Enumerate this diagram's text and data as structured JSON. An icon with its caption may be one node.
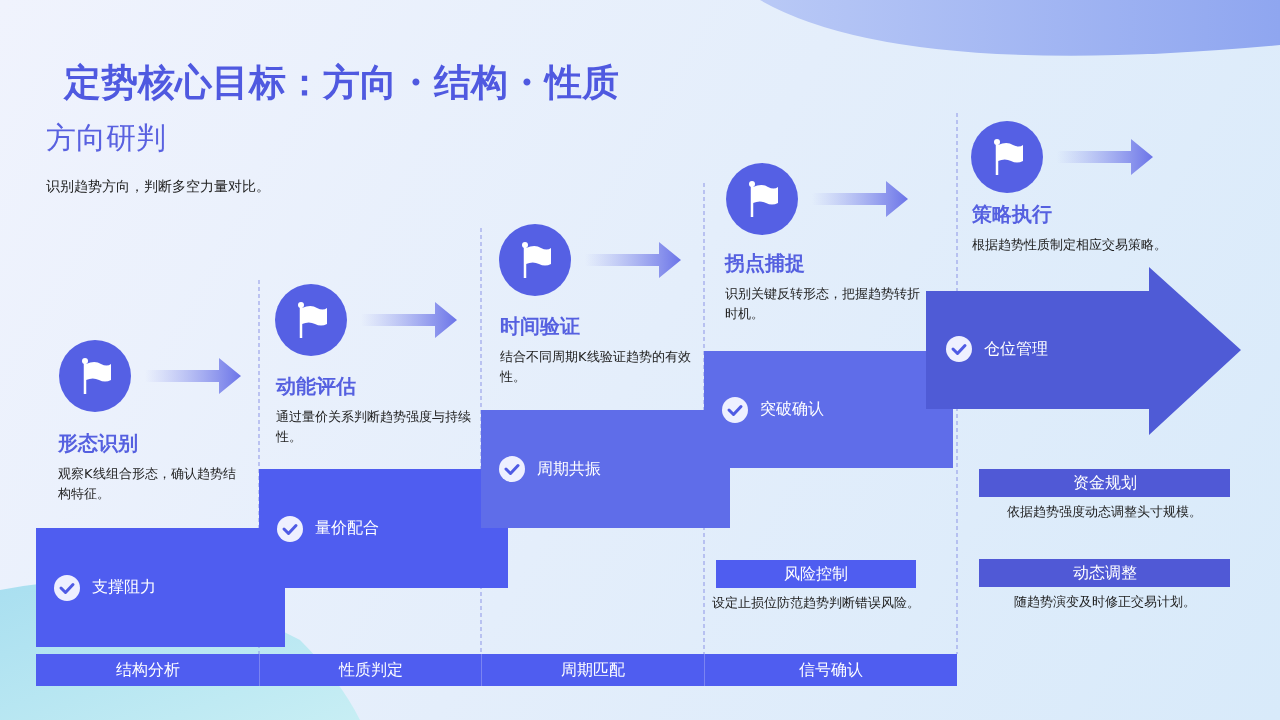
{
  "diagram": {
    "title": "定势核心目标：方向・结构・性质",
    "nodes": [
      {
        "text": [
          "支撑阻力"
        ],
        "beside": [
          "形态识别",
          "观察K线组合形态，确认趋势结构特征。"
        ]
      },
      {
        "text": [
          "量价配合"
        ],
        "beside": [
          "动能评估",
          "通过量价关系判断趋势强度与持续性。"
        ]
      },
      {
        "text": [
          "周期共振"
        ],
        "beside": [
          "时间验证",
          "结合不同周期K线验证趋势的有效性。"
        ]
      },
      {
        "text": [
          "突破确认"
        ],
        "beside": [
          "拐点捕捉",
          "识别关键反转形态，把握趋势转折时机。"
        ]
      },
      {
        "text": [
          "仓位管理"
        ],
        "beside": [
          "策略执行",
          "根据趋势性质制定相应交易策略。"
        ]
      },
      {
        "text": [
          "风险控制"
        ],
        "beside": [
          "设定止损位防范趋势判断错误风险。"
        ]
      },
      {
        "text": [
          "资金规划"
        ],
        "beside": [
          "依据趋势强度动态调整头寸规模。"
        ]
      },
      {
        "text": [
          "动态调整"
        ],
        "beside": [
          "随趋势演变及时修正交易计划。"
        ]
      },
      {
        "text": [
          "结构分析"
        ]
      },
      {
        "text": [
          "性质判定"
        ]
      },
      {
        "text": [
          "周期匹配"
        ]
      },
      {
        "text": [
          "信号确认"
        ]
      }
    ],
    "labels": [
      "方向研判",
      "识别趋势方向，判断多空力量对比。"
    ]
  }
}
